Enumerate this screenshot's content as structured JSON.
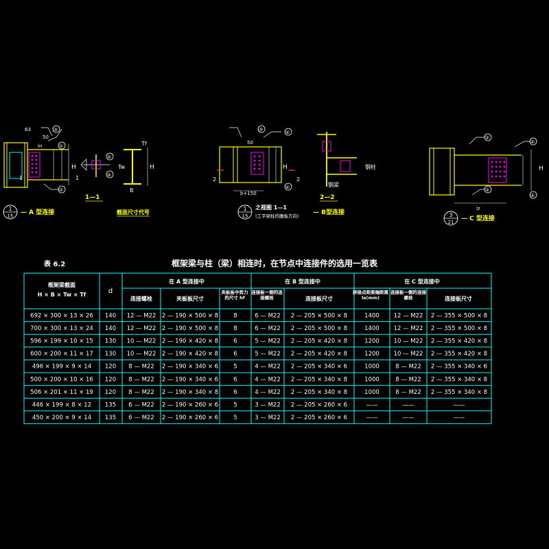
{
  "drawing": {
    "callouts": {
      "a_num_top": "1",
      "a_num_bot": "15",
      "a_title": "— A 型连接",
      "b_num_top": "1",
      "b_num_bot": "15",
      "b_title": "— B型连接",
      "b_section_title": "之视图 1—1",
      "b_section_note": "(工字梁柱的腹板方向)",
      "c_num_top": "3",
      "c_num_bot": "21",
      "c_title": "— C 型连接"
    },
    "labels": {
      "section_11": "1—1",
      "section_name": "截面尺寸代号",
      "section_22": "2—2",
      "column_label": "钢柱",
      "beam_label": "钢梁",
      "dim_50a": "50",
      "dim_50b": "50",
      "dim_63": "63",
      "dim_ln": "ln",
      "dim_150": "b+150",
      "dim_lz": "lz",
      "mark_1a": "1",
      "mark_1b": "1",
      "mark_2a": "2",
      "mark_2b": "2",
      "H": "H",
      "B": "B",
      "Tw": "Tw",
      "Tf": "Tf",
      "weld_1": "①",
      "weld_2": "②",
      "weld_3": "③",
      "weld_4": "④"
    }
  },
  "table": {
    "number": "表 6.2",
    "title": "框架梁与柱（梁）相连时，在节点中连接件的选用一览表",
    "col_section": "框架梁截面",
    "col_section_sub": "H × B × Tw × Tf",
    "col_d": "d",
    "group_a": "在 A 型连接中",
    "group_b": "在 B 型连接中",
    "group_c": "在 C 型连接中",
    "sub_headers": {
      "a_bolts": "连接螺栓",
      "a_plate": "夹板板尺寸",
      "a_thick": "夹板板中剪力的尺寸 hf",
      "b_bolts": "连接板一侧的连接螺栓",
      "b_plate": "连接板尺寸",
      "c_dist": "拼接点距梁端距离 la(mm)",
      "c_bolts": "连接板一侧的连接螺栓",
      "c_plate": "连接板尺寸"
    },
    "rows": [
      {
        "sec": "692 × 300 × 13 × 26",
        "d": "140",
        "a_bolt": "12 — M22",
        "a_plate": "2 — 190 × 500 × 8",
        "a_t": "8",
        "b_bolt": "6 — M22",
        "b_plate": "2 — 205 × 500 × 8",
        "c_dist": "1400",
        "c_bolt": "12 — M22",
        "c_plate": "2 — 355 × 500 × 8"
      },
      {
        "sec": "700 × 300 × 13 × 24",
        "d": "140",
        "a_bolt": "12 — M22",
        "a_plate": "2 — 190 × 500 × 8",
        "a_t": "8",
        "b_bolt": "6 — M22",
        "b_plate": "2 — 205 × 500 × 8",
        "c_dist": "1400",
        "c_bolt": "12 — M22",
        "c_plate": "2 — 355 × 500 × 8"
      },
      {
        "sec": "596 × 199 × 10 × 15",
        "d": "130",
        "a_bolt": "10 — M22",
        "a_plate": "2 — 190 × 420 × 8",
        "a_t": "6",
        "b_bolt": "5 — M22",
        "b_plate": "2 — 205 × 420 × 8",
        "c_dist": "1200",
        "c_bolt": "10 — M22",
        "c_plate": "2 — 355 × 420 × 8"
      },
      {
        "sec": "600 × 200 × 11 × 17",
        "d": "130",
        "a_bolt": "10 — M22",
        "a_plate": "2 — 190 × 420 × 8",
        "a_t": "6",
        "b_bolt": "5 — M22",
        "b_plate": "2 — 205 × 420 × 8",
        "c_dist": "1200",
        "c_bolt": "10 — M22",
        "c_plate": "2 — 355 × 420 × 8"
      },
      {
        "sec": "496 × 199 × 9 × 14",
        "d": "120",
        "a_bolt": "8 — M22",
        "a_plate": "2 — 190 × 340 × 6",
        "a_t": "5",
        "b_bolt": "4 — M22",
        "b_plate": "2 — 205 × 340 × 6",
        "c_dist": "1000",
        "c_bolt": "8 — M22",
        "c_plate": "2 — 355 × 340 × 6"
      },
      {
        "sec": "500 × 200 × 10 × 16",
        "d": "120",
        "a_bolt": "8 — M22",
        "a_plate": "2 — 190 × 340 × 6",
        "a_t": "6",
        "b_bolt": "4 — M22",
        "b_plate": "2 — 205 × 340 × 8",
        "c_dist": "1000",
        "c_bolt": "8 — M22",
        "c_plate": "2 — 355 × 340 × 8"
      },
      {
        "sec": "506 × 201 × 11 × 19",
        "d": "120",
        "a_bolt": "8 — M22",
        "a_plate": "2 — 190 × 340 × 8",
        "a_t": "6",
        "b_bolt": "4 — M22",
        "b_plate": "2 — 205 × 340 × 8",
        "c_dist": "1000",
        "c_bolt": "8 — M22",
        "c_plate": "2 — 355 × 340 × 8"
      },
      {
        "sec": "446 × 199 × 8 × 12",
        "d": "135",
        "a_bolt": "6 — M22",
        "a_plate": "2 — 190 × 260 × 6",
        "a_t": "5",
        "b_bolt": "3 — M22",
        "b_plate": "2 — 205 × 260 × 6",
        "c_dist": "——",
        "c_bolt": "——",
        "c_plate": "——"
      },
      {
        "sec": "450 × 200 × 9 × 14",
        "d": "135",
        "a_bolt": "6 — M22",
        "a_plate": "2 — 190 × 260 × 6",
        "a_t": "5",
        "b_bolt": "3 — M22",
        "b_plate": "2 — 205 × 260 × 6",
        "c_dist": "——",
        "c_bolt": "——",
        "c_plate": "——"
      }
    ]
  },
  "colors": {
    "background": "#000000",
    "table_lines": "#00ffff",
    "text_white": "#ffffff",
    "text_yellow": "#ffff00",
    "member_yellow": "#ffff00",
    "weld_magenta": "#ff00ff",
    "marker_red": "#ff4040",
    "leader_green": "#00ff00"
  }
}
